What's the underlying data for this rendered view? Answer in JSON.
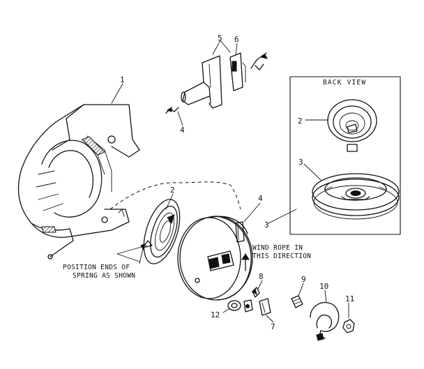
{
  "diagram": {
    "back_view_title": "BACK VIEW",
    "note_wind_rope": [
      "WIND ROPE IN",
      "THIS DIRECTION"
    ],
    "note_spring": [
      "POSITION ENDS OF",
      "SPRING AS SHOWN"
    ],
    "callouts": {
      "housing": "1",
      "spring_front": "2",
      "spring_back": "2",
      "pulley_front": "3",
      "pulley_back": "3",
      "rope_front": "4",
      "rope_top": "4",
      "handle": "5",
      "insert": "6",
      "pawl": "7",
      "spring_pawl": "8",
      "screw": "9",
      "retainer": "10",
      "nut": "11",
      "washer": "12"
    }
  }
}
